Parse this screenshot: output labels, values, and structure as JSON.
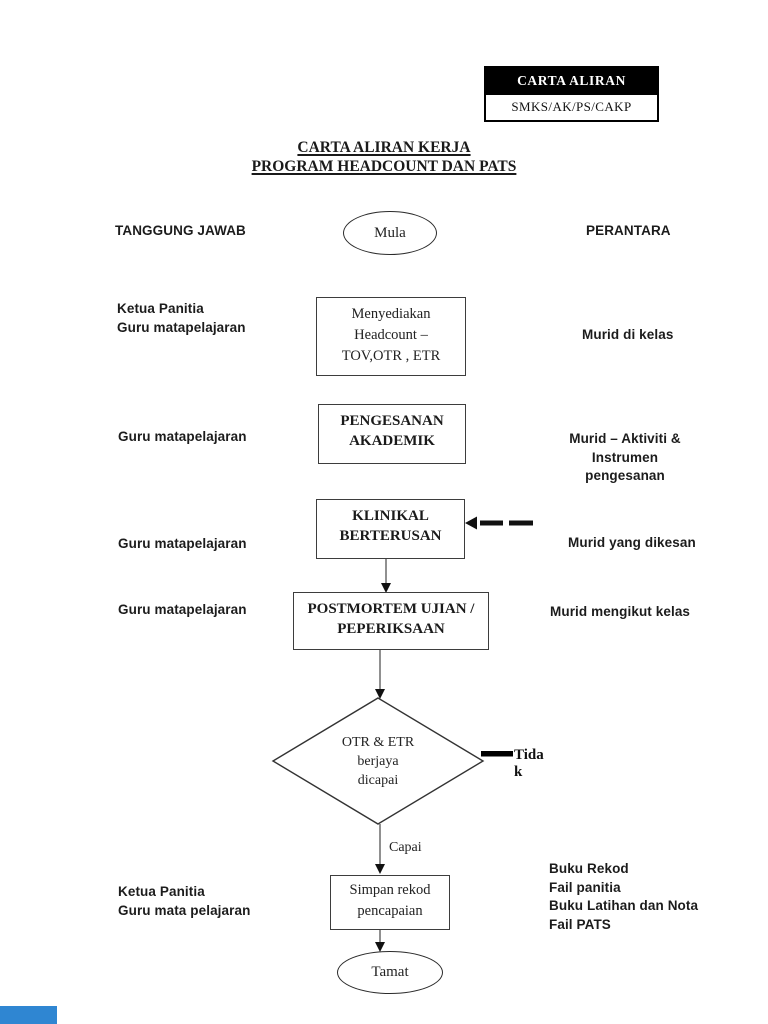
{
  "stamp": {
    "title": "CARTA ALIRAN",
    "code": "SMKS/AK/PS/CAKP",
    "title_bg": "#000000",
    "title_color": "#ffffff"
  },
  "title": {
    "line1": "CARTA ALIRAN KERJA",
    "line2": "PROGRAM HEADCOUNT DAN PATS"
  },
  "columns": {
    "left_header": "TANGGUNG JAWAB",
    "right_header": "PERANTARA"
  },
  "left_labels": {
    "row1": [
      "Ketua Panitia",
      "Guru matapelajaran"
    ],
    "row2": "Guru matapelajaran",
    "row3": "Guru matapelajaran",
    "row4": "Guru matapelajaran",
    "row5": [
      "Ketua Panitia",
      "Guru mata pelajaran"
    ]
  },
  "right_labels": {
    "row1": "Murid di kelas",
    "row2": [
      "Murid – Aktiviti & Instrumen",
      "pengesanan"
    ],
    "row3": "Murid yang dikesan",
    "row4": "Murid mengikut kelas",
    "row5": [
      "Buku Rekod",
      "Fail panitia",
      "Buku Latihan dan Nota",
      "Fail PATS"
    ]
  },
  "flowchart": {
    "start": "Mula",
    "step1": {
      "line1": "Menyediakan",
      "line2": "Headcount –",
      "line3": "TOV,OTR , ETR"
    },
    "step2": {
      "line1": "PENGESANAN",
      "line2": "AKADEMIK"
    },
    "step3": {
      "line1": "KLINIKAL",
      "line2": "BERTERUSAN"
    },
    "step4": {
      "line1": "POSTMORTEM UJIAN /",
      "line2": "PEPERIKSAAN"
    },
    "decision": {
      "line1": "OTR & ETR",
      "line2": "berjaya",
      "line3": "dicapai"
    },
    "no_label": [
      "Tida",
      "k"
    ],
    "yes_label": "Capai",
    "step5": {
      "line1": "Simpan rekod",
      "line2": "pencapaian"
    },
    "end": "Tamat"
  },
  "accent": {
    "page_marker_blue": "#2f86d2",
    "line_color": "#555555",
    "arrow_color": "#111111"
  }
}
